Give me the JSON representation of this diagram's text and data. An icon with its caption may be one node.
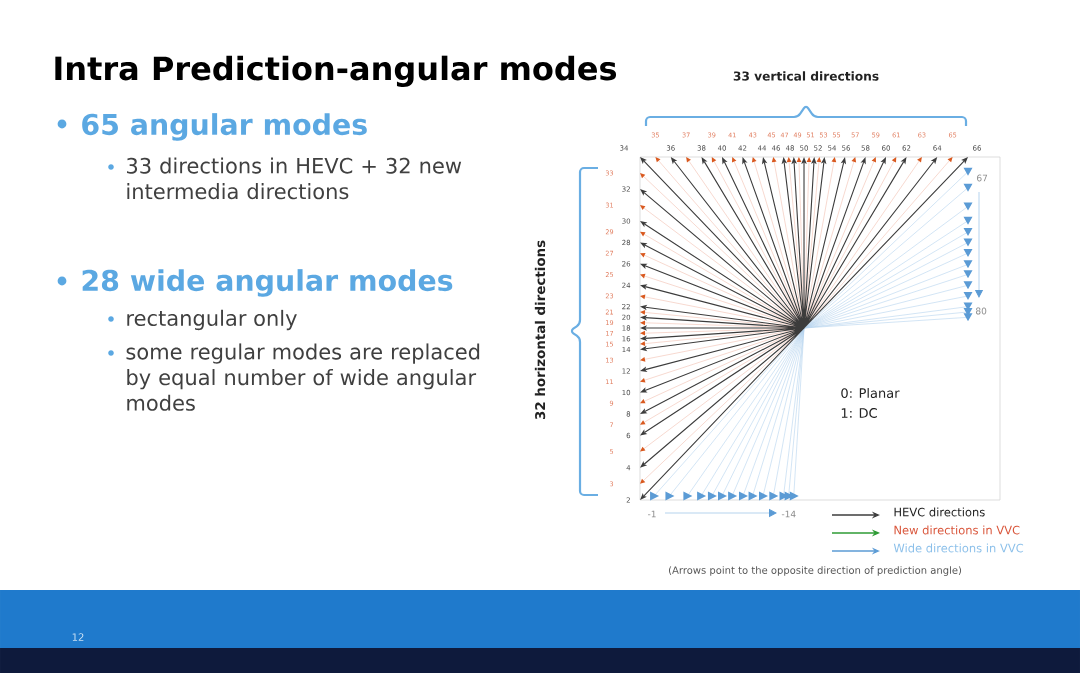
{
  "diagram": {
    "title": "Intra Prediction-angular modes",
    "labels": [
      "65 angular modes",
      "33 directions in HEVC + 32 new intermedia directions",
      "28 wide angular modes",
      "rectangular only",
      "some regular modes are replaced by equal number of wide angular modes",
      "33 vertical directions",
      "32 horizontal directions",
      "35",
      "37",
      "39",
      "41",
      "43",
      "45",
      "47",
      "49",
      "51",
      "53",
      "55",
      "57",
      "59",
      "61",
      "63",
      "65",
      "34",
      "36",
      "38",
      "40",
      "42",
      "44",
      "46",
      "48",
      "50",
      "52",
      "54",
      "56",
      "58",
      "60",
      "62",
      "64",
      "66",
      "67",
      "33",
      "32",
      "31",
      "30",
      "29",
      "28",
      "27",
      "26",
      "25",
      "24",
      "23",
      "22",
      "21",
      "20",
      "19",
      "18",
      "17",
      "16",
      "15",
      "14",
      "13",
      "12",
      "11",
      "10",
      "9",
      "8",
      "7",
      "6",
      "5",
      "4",
      "3",
      "2",
      "80",
      "0: Planar",
      "1: DC",
      "-1",
      "-14",
      "(Arrows point to the opposite direction of prediction angle)",
      "12"
    ],
    "legend": [
      {
        "text": "HEVC directions"
      },
      {
        "text": "New directions in VVC"
      },
      {
        "text": "Wide directions in VVC"
      }
    ]
  }
}
